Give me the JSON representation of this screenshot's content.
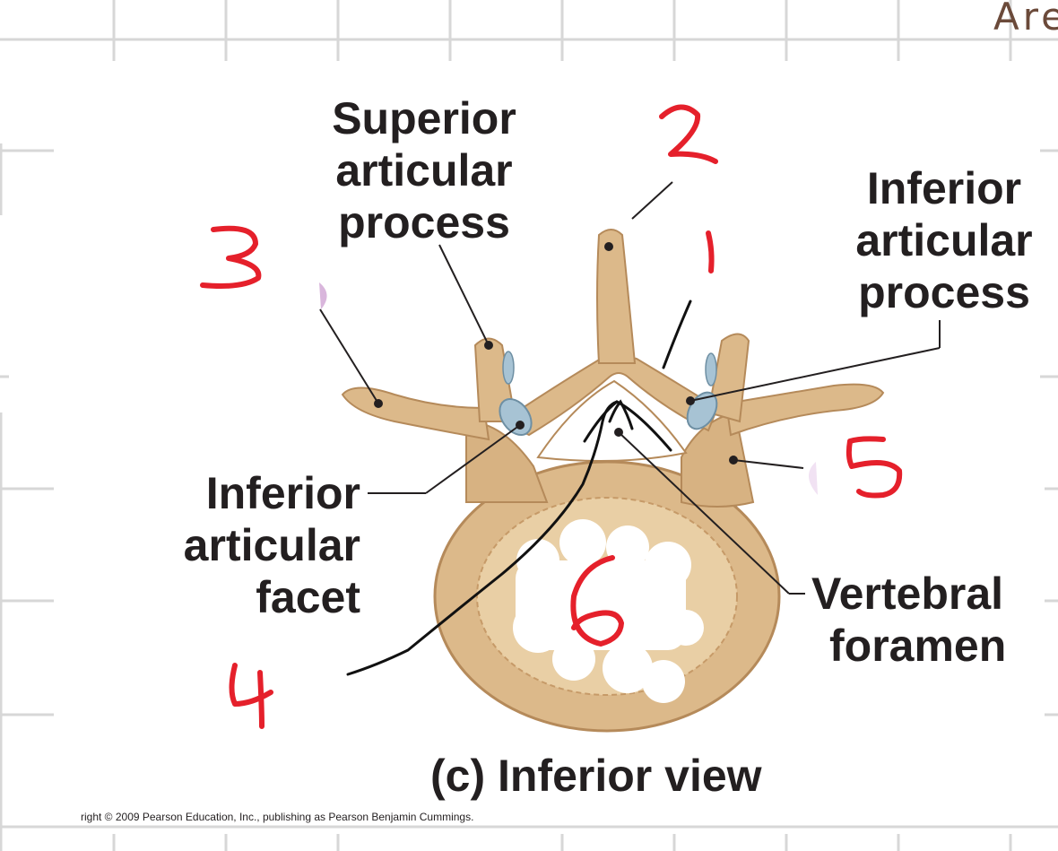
{
  "diagram": {
    "labels": {
      "superior_articular_process": [
        "Superior",
        "articular",
        "process"
      ],
      "inferior_articular_process": [
        "Inferior",
        "articular",
        "process"
      ],
      "inferior_articular_facet": [
        "Inferior",
        "articular",
        "facet"
      ],
      "vertebral_foramen": [
        "Vertebral",
        "foramen"
      ]
    },
    "caption": "(c) Inferior view",
    "copyright": "right © 2009 Pearson Education, Inc., publishing as Pearson Benjamin Cummings.",
    "corner_text": "Are",
    "handwritten_numbers": [
      "1",
      "2",
      "3",
      "4",
      "5",
      "6"
    ]
  },
  "colors": {
    "bone": "#dcb98a",
    "bone_shade": "#c69a68",
    "facet": "#a7c3d4",
    "annotation_red": "#e5202b",
    "grid": "#d7d7d7"
  }
}
